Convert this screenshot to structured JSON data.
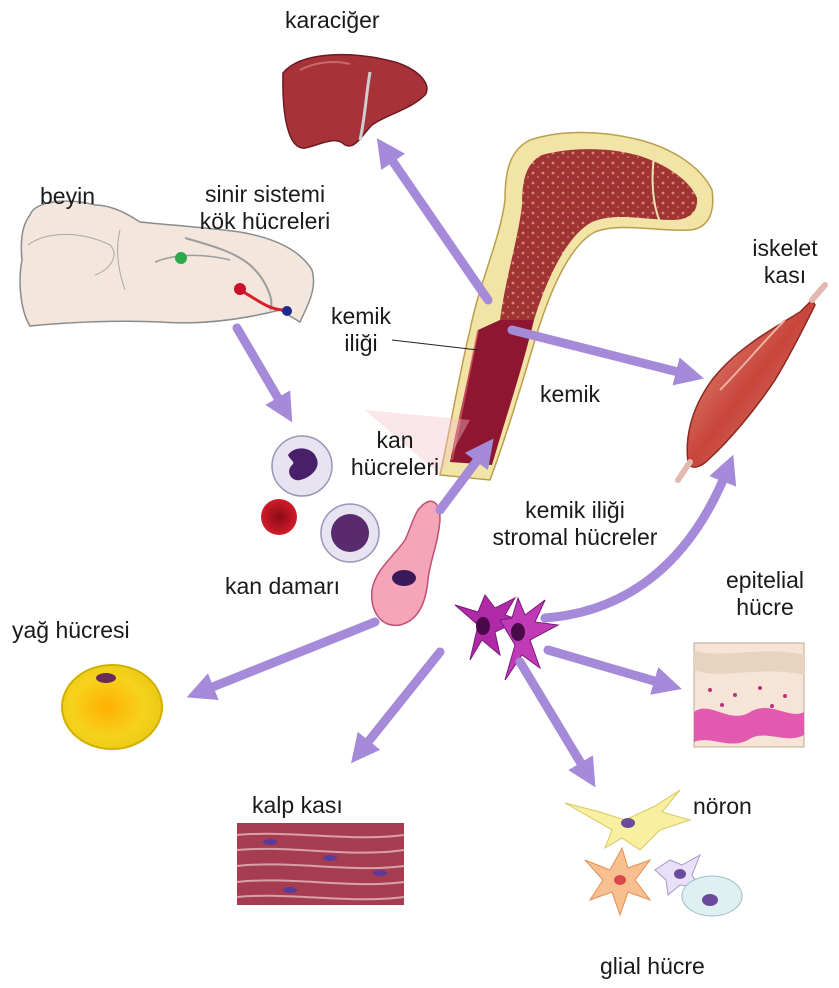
{
  "labels": {
    "karaciger": "karaciğer",
    "beyin": "beyin",
    "sinir_line1": "sinir sistemi",
    "sinir_line2": "kök hücreleri",
    "kemik_iligi_line1": "kemik",
    "kemik_iligi_line2": "iliği",
    "kemik": "kemik",
    "iskelet_line1": "iskelet",
    "iskelet_line2": "kası",
    "kan_hucreleri_line1": "kan",
    "kan_hucreleri_line2": "hücreleri",
    "stromal_line1": "kemik iliği",
    "stromal_line2": "stromal hücreler",
    "kan_damari": "kan damarı",
    "epitelial_line1": "epitelial",
    "epitelial_line2": "hücre",
    "yag_hucresi": "yağ hücresi",
    "kalp_kasi": "kalp kası",
    "noron": "nöron",
    "glial_hucre": "glial hücre"
  },
  "colors": {
    "arrow": "#a48ad8",
    "bone_marrow": "#8e1630",
    "bone_spongy": "#a43a3a",
    "bone_cortex": "#f2e4a6",
    "liver": "#a8323a",
    "muscle": "#c8453a",
    "fat_cell": "#f2d21e",
    "stromal_cell": "#b02aa8",
    "brain": "#f3e6dc"
  }
}
